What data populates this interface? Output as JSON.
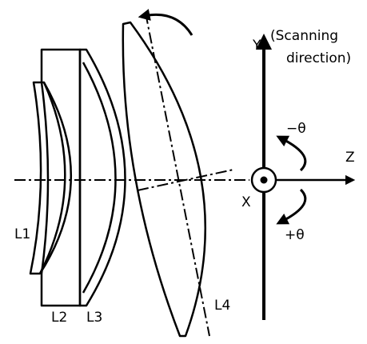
{
  "labels": {
    "L1": "L1",
    "L2": "L2",
    "L3": "L3",
    "L4": "L4",
    "Y": "Y",
    "scanning_line1": "(Scanning",
    "scanning_line2": "direction)",
    "Z": "Z",
    "X": "X",
    "minus_theta": "−θ",
    "plus_theta": "+θ"
  }
}
